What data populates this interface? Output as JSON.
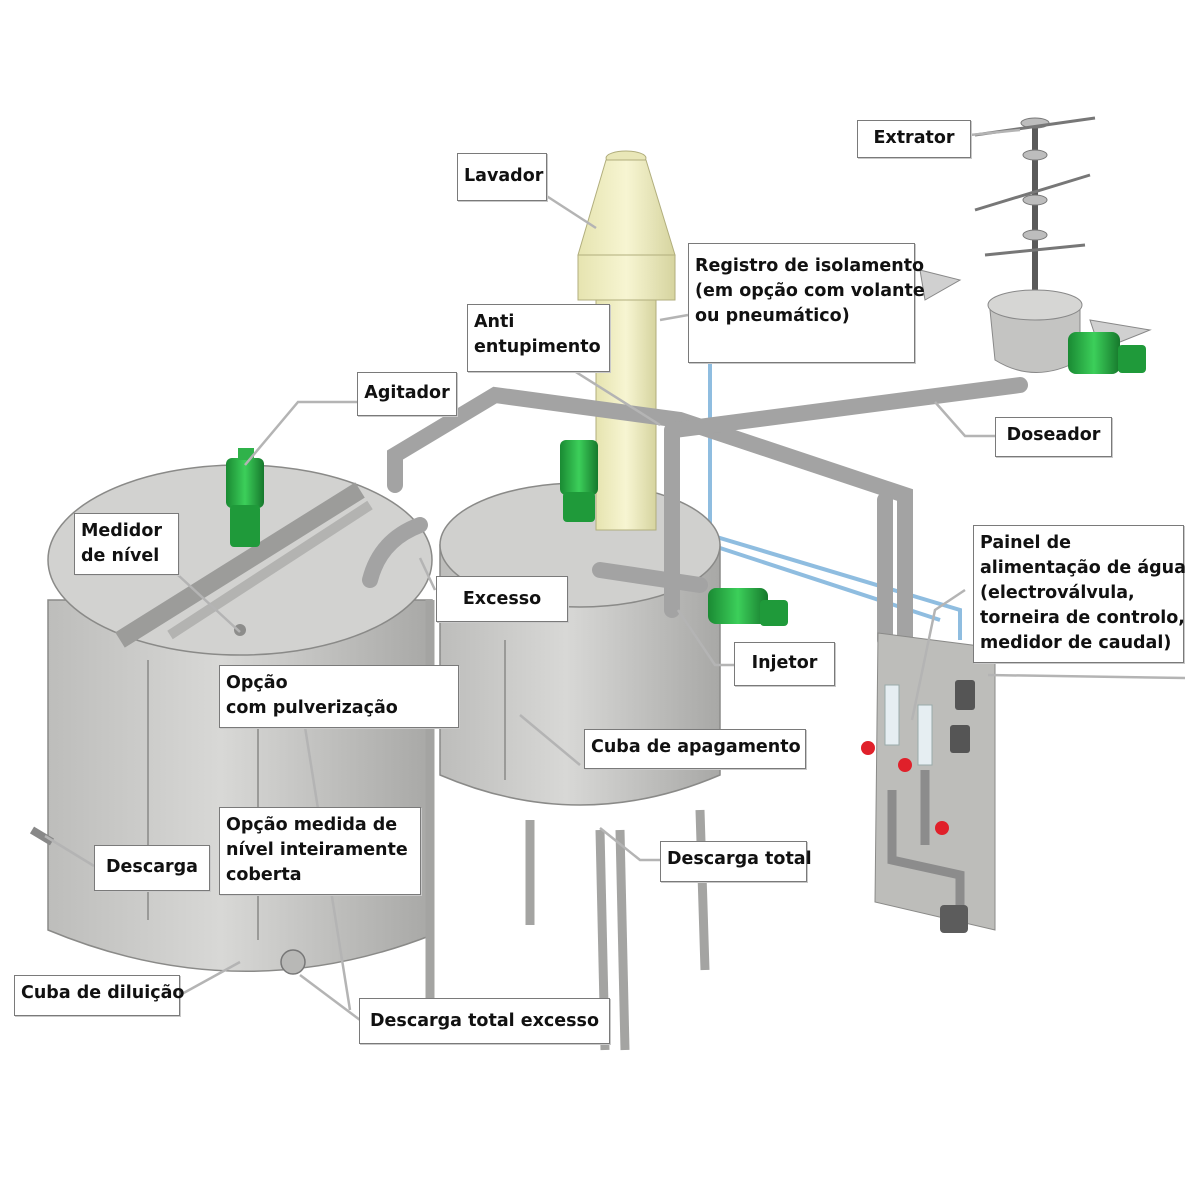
{
  "colors": {
    "tank_fill": "#cfcfcd",
    "tank_dark": "#a9a9a7",
    "scrubber": "#f3f1c4",
    "motor": "#2fb24a",
    "water_pipe": "#8fbde0",
    "valve_red": "#e0202a",
    "leader_line": "#b4b4b4"
  },
  "labels": {
    "extrator": "Extrator",
    "lavador": "Lavador",
    "registro": [
      "Registro de isolamento",
      "(em opção com volante",
      "ou pneumático)"
    ],
    "anti": [
      "Anti",
      "entupimento"
    ],
    "agitador": "Agitador",
    "doseador": "Doseador",
    "medidor": [
      "Medidor",
      "de nível"
    ],
    "excesso": "Excesso",
    "painel": [
      "Painel de",
      "alimentação de água",
      "(electroválvula,",
      "torneira de controlo,",
      "medidor de caudal)"
    ],
    "injetor": "Injetor",
    "pulverizacao": [
      "Opção",
      "com pulverização"
    ],
    "cuba_apagamento": "Cuba de apagamento",
    "opcao_medida": [
      "Opção medida de",
      "nível inteiramente",
      "coberta"
    ],
    "descarga_total": "Descarga total",
    "descarga": "Descarga",
    "cuba_diluicao": "Cuba de diluição",
    "descarga_total_excesso": "Descarga total excesso"
  },
  "icons": [
    "motor-icon",
    "valve-icon",
    "flow-meter-icon"
  ]
}
